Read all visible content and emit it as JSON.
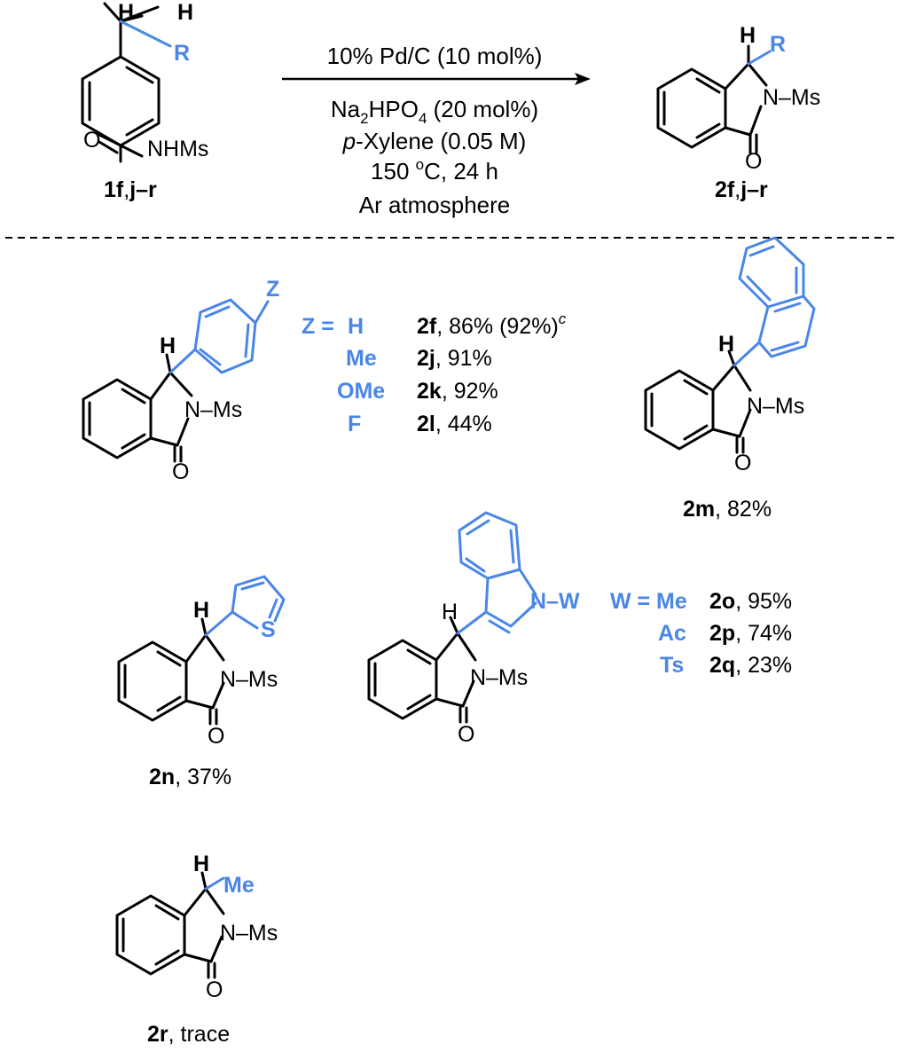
{
  "reaction": {
    "conditions": {
      "line1": "10% Pd/C (10 mol%)",
      "line2_a": "Na",
      "line2_sub1": "2",
      "line2_b": "HPO",
      "line2_sub2": "4",
      "line2_c": " (20 mol%)",
      "line3_italic": "p",
      "line3_rest": "-Xylene (0.05 M)",
      "line4_a": "150 ",
      "line4_sup": "o",
      "line4_b": "C, 24 h",
      "line5": "Ar atmosphere"
    },
    "reactant": {
      "label_bold": "1f",
      "label_sep": ",",
      "label_bold2": "j–r",
      "atom_H1": "H",
      "atom_H2": "H",
      "atom_R": "R",
      "atom_O": "O",
      "atom_NHMs": "NHMs"
    },
    "product": {
      "label_bold": "2f",
      "label_sep": ",",
      "label_bold2": "j–r",
      "atom_H": "H",
      "atom_R": "R",
      "atom_N": "N",
      "atom_Ms": "–Ms",
      "atom_O": "O"
    }
  },
  "compounds": {
    "aryl": {
      "atom_Z": "Z",
      "atom_H": "H",
      "atom_N": "N",
      "atom_Ms": "–Ms",
      "atom_O": "O",
      "z_prefix": "Z =",
      "rows": [
        {
          "sub": "H",
          "id": "2f",
          "yield": ", 86% (92%)",
          "note": "c"
        },
        {
          "sub": "Me",
          "id": "2j",
          "yield": ", 91%",
          "note": ""
        },
        {
          "sub": "OMe",
          "id": "2k",
          "yield": ", 92%",
          "note": ""
        },
        {
          "sub": "F",
          "id": "2l",
          "yield": ", 44%",
          "note": ""
        }
      ]
    },
    "naphthyl": {
      "id": "2m",
      "yield": ", 82%",
      "atom_H": "H",
      "atom_N": "N",
      "atom_Ms": "–Ms",
      "atom_O": "O"
    },
    "thienyl": {
      "id": "2n",
      "yield": ", 37%",
      "atom_H": "H",
      "atom_S": "S",
      "atom_N": "N",
      "atom_Ms": "–Ms",
      "atom_O": "O"
    },
    "indolyl": {
      "atom_H": "H",
      "atom_NW": "N–W",
      "atom_N": "N",
      "atom_Ms": "–Ms",
      "atom_O": "O",
      "w_prefix": "W =",
      "rows": [
        {
          "sub": "Me",
          "id": "2o",
          "yield": ", 95%"
        },
        {
          "sub": "Ac",
          "id": "2p",
          "yield": ", 74%"
        },
        {
          "sub": "Ts",
          "id": "2q",
          "yield": ", 23%"
        }
      ]
    },
    "methyl": {
      "id": "2r",
      "yield": ", trace",
      "atom_H": "H",
      "atom_Me": "Me",
      "atom_N": "N",
      "atom_Ms": "–Ms",
      "atom_O": "O"
    }
  },
  "colors": {
    "accent": "#4a86e8",
    "bond": "#000000"
  }
}
